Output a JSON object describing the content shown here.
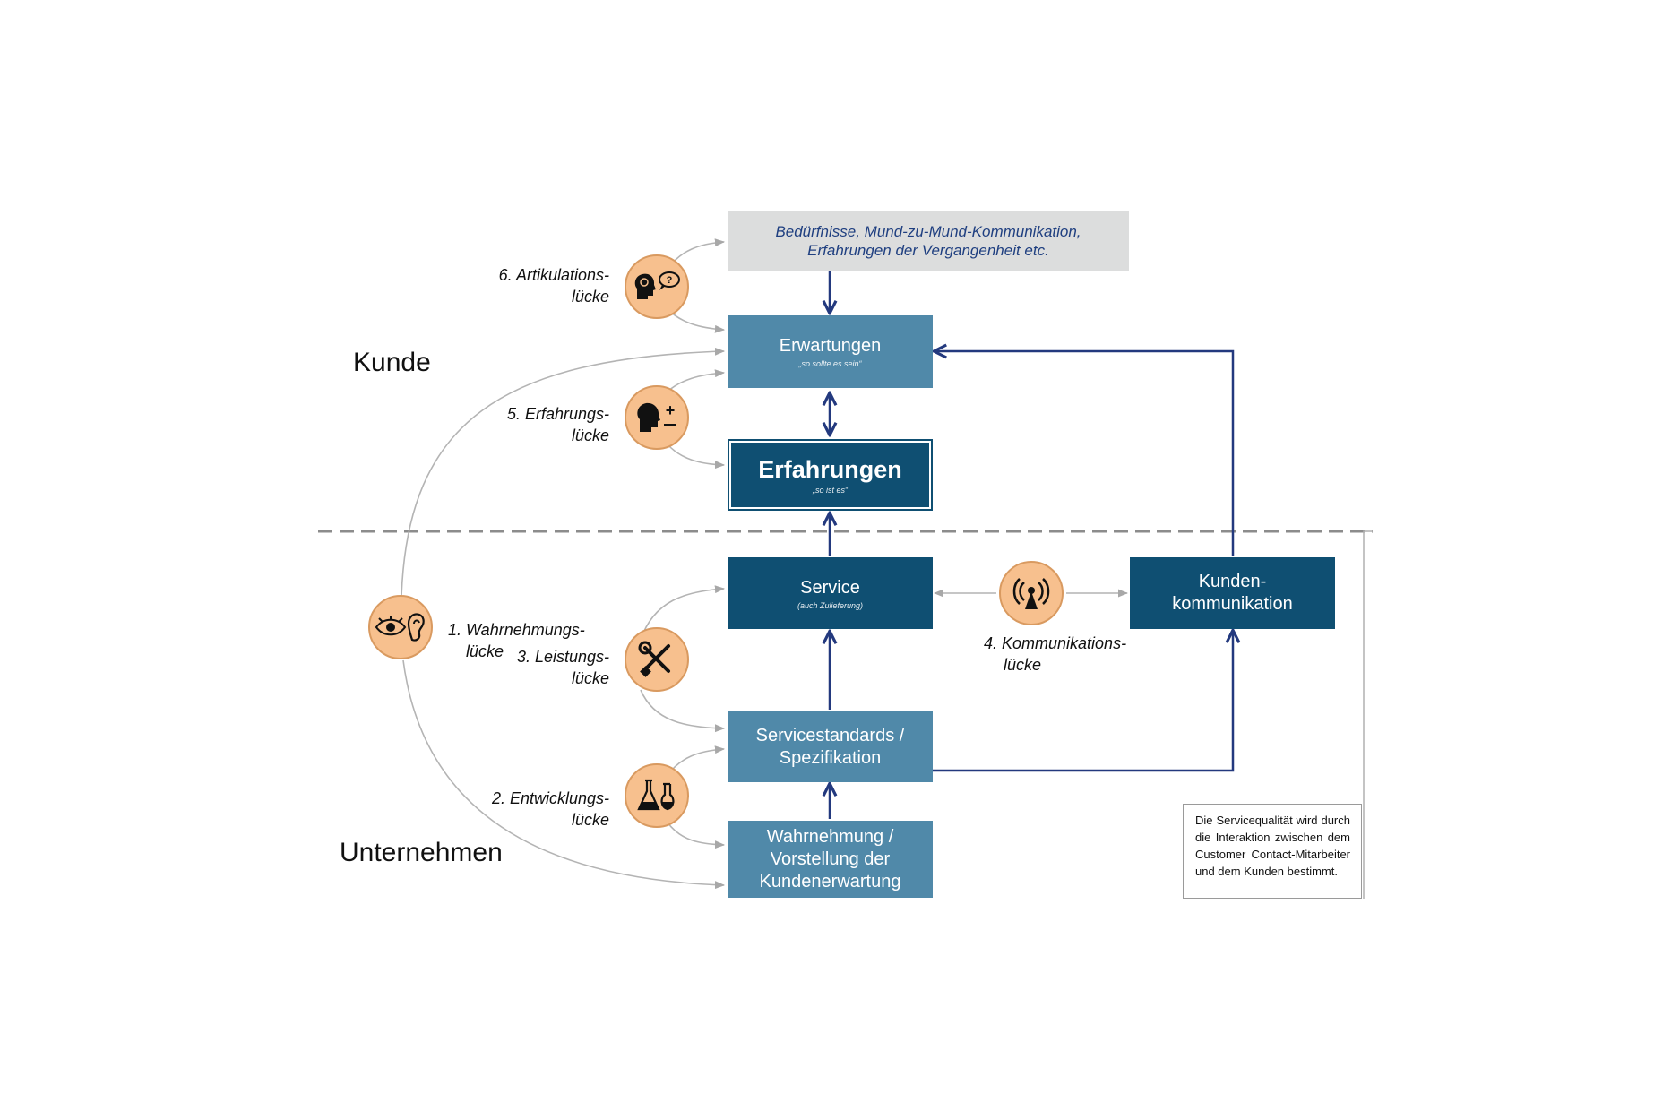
{
  "sections": {
    "customer": "Kunde",
    "company": "Unternehmen"
  },
  "boxes": {
    "sources": {
      "line1": "Bedürfnisse, Mund-zu-Mund-Kommunikation,",
      "line2": "Erfahrungen der Vergangenheit etc."
    },
    "expectations": {
      "title": "Erwartungen",
      "subtitle": "„so sollte es sein“"
    },
    "experiences": {
      "title": "Erfahrungen",
      "subtitle": "„so ist es“"
    },
    "service": {
      "title": "Service",
      "subtitle": "(auch Zulieferung)"
    },
    "communication": {
      "line1": "Kunden-",
      "line2": "kommunikation"
    },
    "standards": {
      "line1": "Servicestandards /",
      "line2": "Spezifikation"
    },
    "perception": {
      "line1": "Wahrnehmung /",
      "line2": "Vorstellung der",
      "line3": "Kundenerwartung"
    }
  },
  "gaps": {
    "articulation": {
      "line1": "6. Artikulations-",
      "line2": "lücke",
      "icon": "head-speech-icon"
    },
    "experience": {
      "line1": "5. Erfahrungs-",
      "line2": "lücke",
      "icon": "head-plus-minus-icon"
    },
    "perception": {
      "line1": "1. Wahrnehmungs-",
      "line2": "lücke",
      "icon": "eye-ear-icon"
    },
    "performance": {
      "line1": "3. Leistungs-",
      "line2": "lücke",
      "icon": "tools-icon"
    },
    "development": {
      "line1": "2. Entwicklungs-",
      "line2": "lücke",
      "icon": "flask-icon"
    },
    "communication": {
      "line1": "4. Kommunikations-",
      "line2": "lücke",
      "icon": "antenna-icon"
    }
  },
  "note": "Die Servicequalität wird durch die Interaktion zwischen dem Customer Contact-Mitarbeiter und dem Kunden bestimmt.",
  "colors": {
    "box_mid": "#5089a9",
    "box_dark": "#0f4f72",
    "arrow_blue": "#23397e",
    "gap_circle": "#f7c08e",
    "grey_line": "#b4b4b4"
  }
}
